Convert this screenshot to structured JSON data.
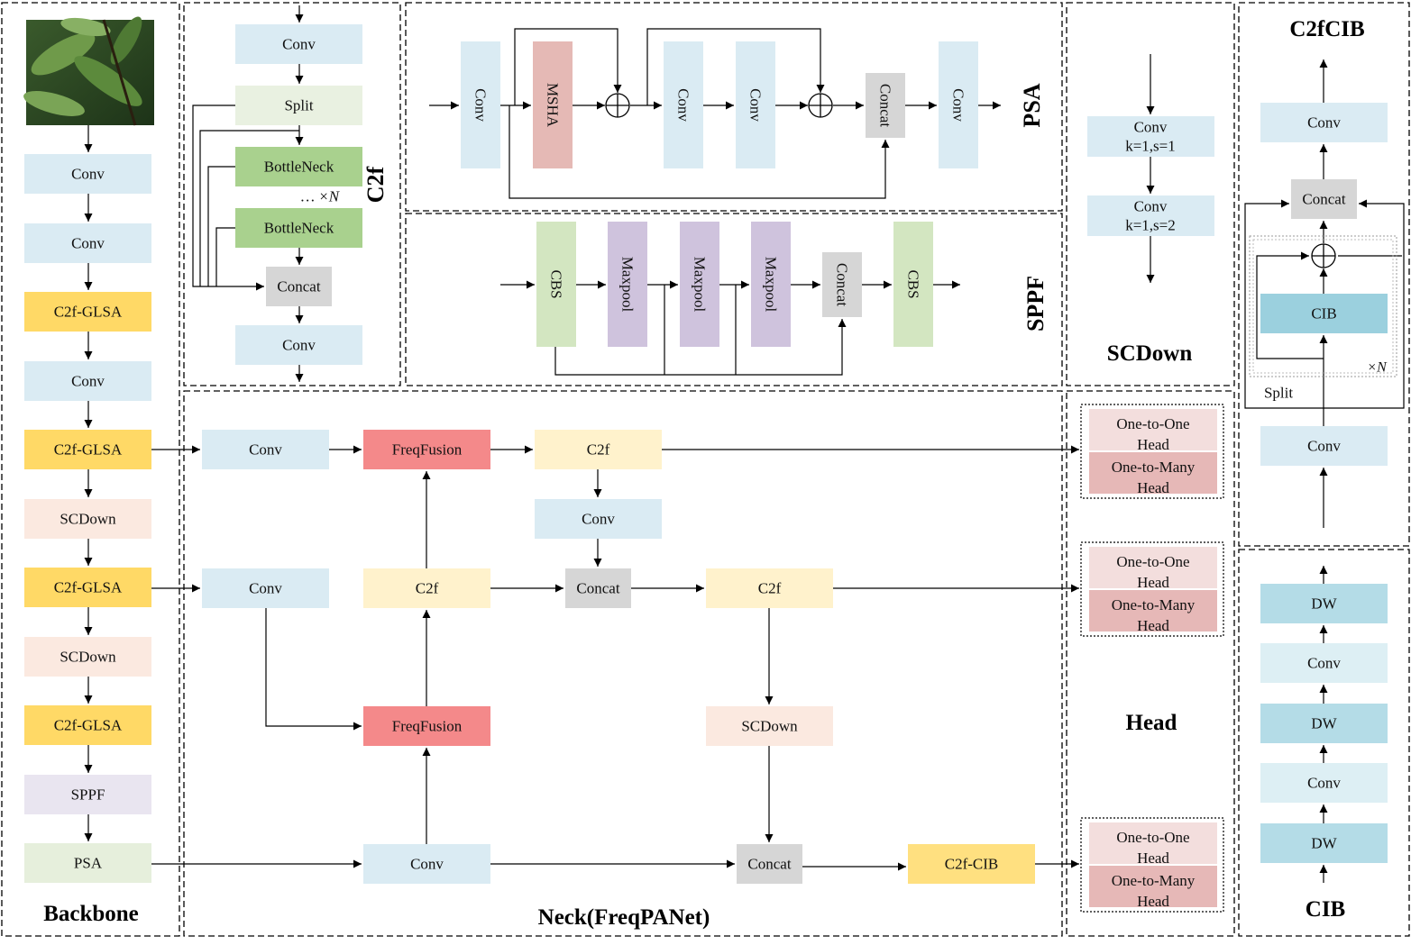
{
  "colors": {
    "conv": "#DAEBF3",
    "c2f_glsa": "#FFD966",
    "scdown": "#FBE9E0",
    "sppf": "#E9E5F0",
    "psa": "#E6EFDC",
    "split": "#E9F1E1",
    "bottleneck": "#A9D18E",
    "concat": "#D6D6D6",
    "mhsa": "#E5B9B5",
    "maxpool": "#CFC3DD",
    "cbs": "#D3E6C1",
    "freqfusion": "#F4898A",
    "c2f": "#FFF2CC",
    "c2f_cib": "#FFE080",
    "head_one": "#F3DEDD",
    "head_many": "#E6B8B7",
    "cib": "#9BD0DE",
    "dw": "#B4DCE7",
    "cib_conv": "#DDEFF4"
  },
  "image": {
    "semantic": "leaf-photo"
  },
  "titles": {
    "backbone": "Backbone",
    "neck": "Neck(FreqPANet)",
    "head": "Head",
    "c2f": "C2f",
    "psa": "PSA",
    "sppf": "SPPF",
    "scdown": "SCDown",
    "c2fcib": "C2fCIB",
    "cib": "CIB"
  },
  "backbone": {
    "blocks": [
      "Conv",
      "Conv",
      "C2f-GLSA",
      "Conv",
      "C2f-GLSA",
      "SCDown",
      "C2f-GLSA",
      "SCDown",
      "C2f-GLSA",
      "SPPF",
      "PSA"
    ]
  },
  "c2f_module": {
    "blocks": [
      "Conv",
      "Split",
      "BottleNeck",
      "BottleNeck",
      "Concat",
      "Conv"
    ],
    "repeat_label": "… ×N"
  },
  "psa_module": {
    "blocks": [
      "Conv",
      "MSHA",
      "Conv",
      "Conv",
      "Concat",
      "Conv"
    ]
  },
  "sppf_module": {
    "blocks": [
      "CBS",
      "Maxpool",
      "Maxpool",
      "Maxpool",
      "Concat",
      "CBS"
    ]
  },
  "scdown_module": {
    "blocks": [
      {
        "line1": "Conv",
        "line2": "k=1,s=1"
      },
      {
        "line1": "Conv",
        "line2": "k=1,s=2"
      }
    ]
  },
  "c2fcib_module": {
    "blocks": [
      "Conv",
      "Concat",
      "CIB",
      "Conv"
    ],
    "split_label": "Split",
    "repeat_label": "×N"
  },
  "cib_module": {
    "blocks": [
      "DW",
      "Conv",
      "DW",
      "Conv",
      "DW"
    ]
  },
  "neck": {
    "blocks": [
      "Conv",
      "FreqFusion",
      "C2f",
      "Conv",
      "Conv",
      "C2f",
      "Concat",
      "C2f",
      "FreqFusion",
      "SCDown",
      "Conv",
      "Concat",
      "C2f-CIB"
    ]
  },
  "heads": {
    "items": [
      {
        "one": "One-to-One Head",
        "many": "One-to-Many Head"
      },
      {
        "one": "One-to-One Head",
        "many": "One-to-Many Head"
      },
      {
        "one": "One-to-One Head",
        "many": "One-to-Many Head"
      }
    ]
  }
}
